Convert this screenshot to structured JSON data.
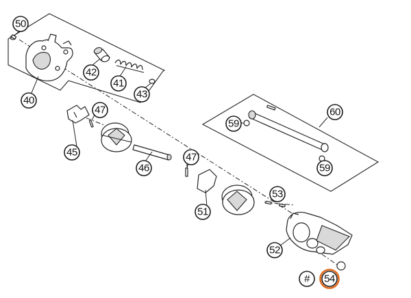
{
  "callouts": {
    "c50": "50",
    "c40": "40",
    "c42": "42",
    "c41": "41",
    "c43": "43",
    "c47a": "47",
    "c45": "45",
    "c46": "46",
    "c47b": "47",
    "c51": "51",
    "c53": "53",
    "c52": "52",
    "c60": "60",
    "c59a": "59",
    "c59b": "59",
    "c_hash": "#",
    "c54": "54"
  },
  "colors": {
    "highlight": "#e06a1b",
    "line": "#222222"
  }
}
